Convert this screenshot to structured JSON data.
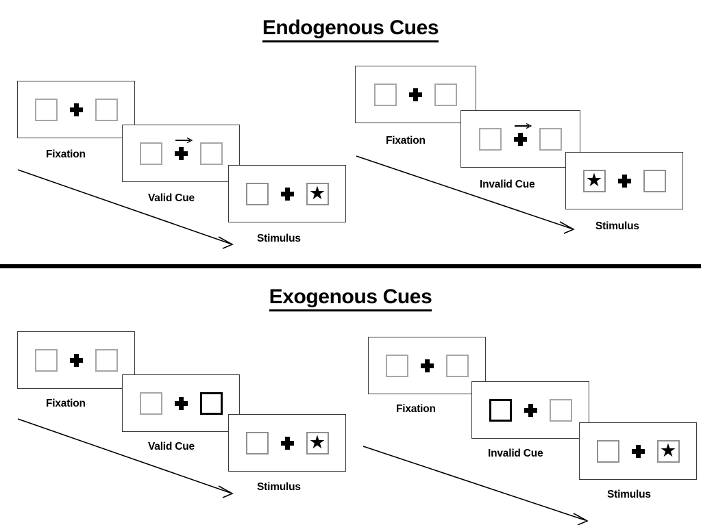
{
  "figure": {
    "background": "#ffffff",
    "outline_color": "#3a3a3a",
    "box_color": "#a6a6a6",
    "cued_box_color": "#000000",
    "divider_color": "#000000"
  },
  "sections": [
    {
      "title": "Endogenous Cues",
      "columns": [
        {
          "name": "valid",
          "panels": [
            {
              "caption": "Fixation",
              "left_content": "empty",
              "right_content": "empty",
              "cue": "none",
              "cued_side": "none",
              "arrow": false
            },
            {
              "caption": "Valid Cue",
              "left_content": "empty",
              "right_content": "empty",
              "cue": "arrow",
              "cued_side": "right",
              "arrow": true
            },
            {
              "caption": "Stimulus",
              "left_content": "empty",
              "right_content": "star",
              "cue": "none",
              "cued_side": "none",
              "arrow": false
            }
          ]
        },
        {
          "name": "invalid",
          "panels": [
            {
              "caption": "Fixation",
              "left_content": "empty",
              "right_content": "empty",
              "cue": "none",
              "cued_side": "none",
              "arrow": false
            },
            {
              "caption": "Invalid Cue",
              "left_content": "empty",
              "right_content": "empty",
              "cue": "arrow",
              "cued_side": "right",
              "arrow": true
            },
            {
              "caption": "Stimulus",
              "left_content": "star",
              "right_content": "empty",
              "cue": "none",
              "cued_side": "none",
              "arrow": false
            }
          ]
        }
      ]
    },
    {
      "title": "Exogenous Cues",
      "columns": [
        {
          "name": "valid",
          "panels": [
            {
              "caption": "Fixation",
              "left_content": "empty",
              "right_content": "empty",
              "cue": "none",
              "cued_side": "none",
              "arrow": false
            },
            {
              "caption": "Valid Cue",
              "left_content": "empty",
              "right_content": "empty",
              "cue": "highlight",
              "cued_side": "right",
              "arrow": false
            },
            {
              "caption": "Stimulus",
              "left_content": "empty",
              "right_content": "star",
              "cue": "none",
              "cued_side": "none",
              "arrow": false
            }
          ]
        },
        {
          "name": "invalid",
          "panels": [
            {
              "caption": "Fixation",
              "left_content": "empty",
              "right_content": "empty",
              "cue": "none",
              "cued_side": "none",
              "arrow": false
            },
            {
              "caption": "Invalid Cue",
              "left_content": "empty",
              "right_content": "empty",
              "cue": "highlight",
              "cued_side": "left",
              "arrow": false
            },
            {
              "caption": "Stimulus",
              "left_content": "empty",
              "right_content": "star",
              "cue": "none",
              "cued_side": "none",
              "arrow": false
            }
          ]
        }
      ]
    }
  ],
  "glyphs": {
    "star": "★",
    "fixation_cross": "plus-cross",
    "cue_arrow": "right-arrow",
    "sequence_arrow": "diagonal-right-down-arrow"
  },
  "labels": {
    "endogenous_title": "Endogenous Cues",
    "exogenous_title": "Exogenous Cues",
    "fixation": "Fixation",
    "valid_cue": "Valid Cue",
    "invalid_cue": "Invalid Cue",
    "stimulus": "Stimulus"
  }
}
